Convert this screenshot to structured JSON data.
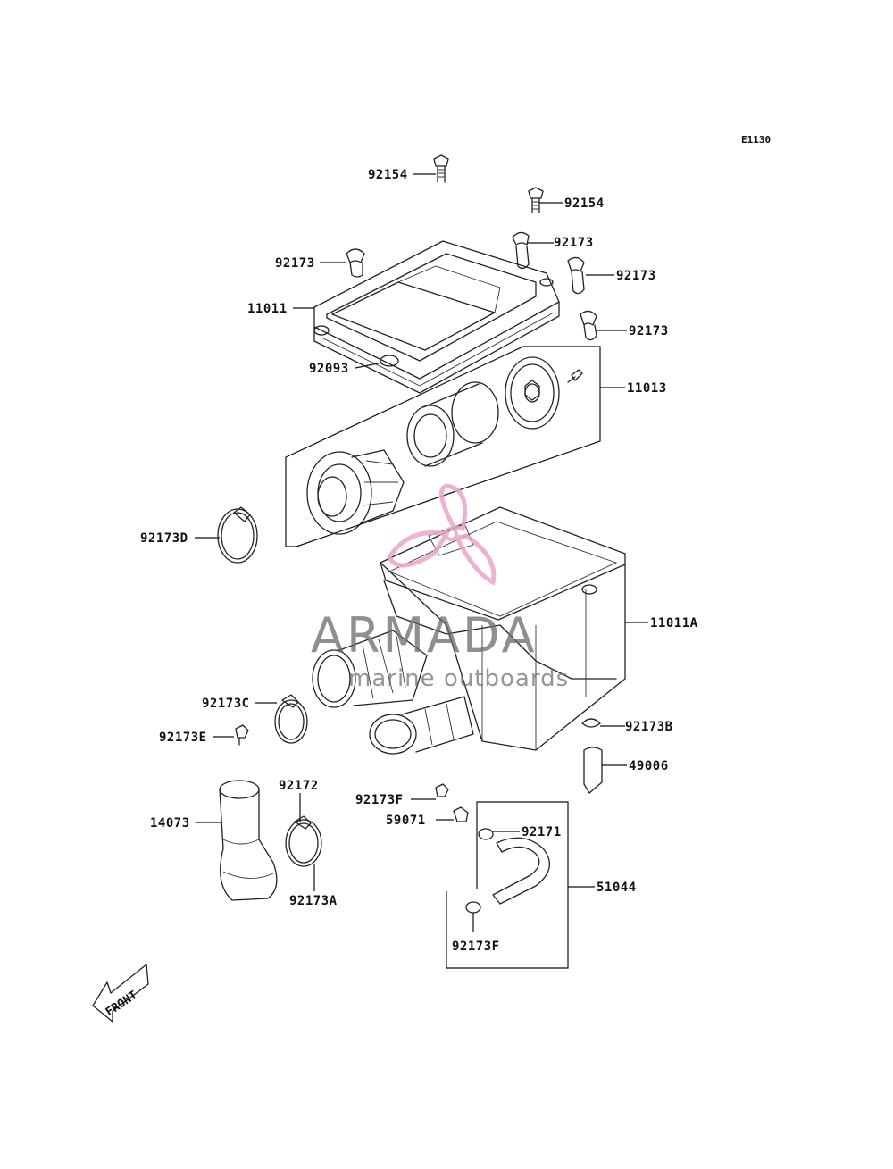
{
  "diagram_code": "E1130",
  "watermark": {
    "brand": "ARMADA",
    "tagline": "marine outboards"
  },
  "front_arrow_label": "FRONT",
  "callouts": [
    {
      "id": "92154-top",
      "label": "92154"
    },
    {
      "id": "92154-right",
      "label": "92154"
    },
    {
      "id": "92173-left",
      "label": "92173"
    },
    {
      "id": "92173-right1",
      "label": "92173"
    },
    {
      "id": "92173-right2",
      "label": "92173"
    },
    {
      "id": "92173-right3",
      "label": "92173"
    },
    {
      "id": "11011",
      "label": "11011"
    },
    {
      "id": "92093",
      "label": "92093"
    },
    {
      "id": "11013",
      "label": "11013"
    },
    {
      "id": "92173D",
      "label": "92173D"
    },
    {
      "id": "11011A",
      "label": "11011A"
    },
    {
      "id": "92173C",
      "label": "92173C"
    },
    {
      "id": "92173E",
      "label": "92173E"
    },
    {
      "id": "92173B",
      "label": "92173B"
    },
    {
      "id": "49006",
      "label": "49006"
    },
    {
      "id": "92172",
      "label": "92172"
    },
    {
      "id": "14073",
      "label": "14073"
    },
    {
      "id": "92173A",
      "label": "92173A"
    },
    {
      "id": "92173F-top",
      "label": "92173F"
    },
    {
      "id": "59071",
      "label": "59071"
    },
    {
      "id": "92171",
      "label": "92171"
    },
    {
      "id": "51044",
      "label": "51044"
    },
    {
      "id": "92173F-bottom",
      "label": "92173F"
    }
  ]
}
